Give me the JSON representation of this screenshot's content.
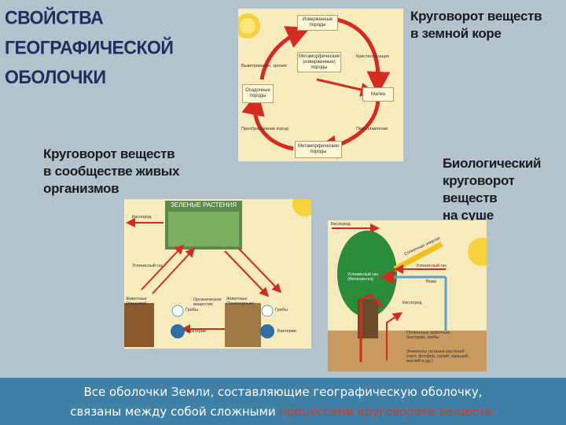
{
  "title": [
    "СВОЙСТВА ГЕОГРАФИЧЕСКОЙ",
    "ОБОЛОЧКИ"
  ],
  "labels": {
    "crust": [
      "Круговорот веществ",
      "в земной коре"
    ],
    "community": [
      "Круговорот веществ",
      "в сообществе живых",
      "организмов"
    ],
    "land": [
      "Биологический",
      "круговорот веществ",
      "на суше"
    ]
  },
  "rock_cycle": {
    "igneous": "Изверженные породы",
    "metamorphic_igneous": "Метаморфические (изверженные) породы",
    "sedimentary": "Осадочные породы",
    "magma": "Магма",
    "metamorphic": "Метаморфические породы",
    "weathering": "Выветривание, эрозия",
    "crystallization": "Кристаллизация",
    "transformation": "Преобразование пород",
    "melting": "Переплавление"
  },
  "community_cycle": {
    "plants": "ЗЕЛЕНЫЕ РАСТЕНИЯ",
    "oxygen": "Кислород",
    "co2": "Углекислый газ",
    "animals_consumers": "Животные (Хищники)",
    "animals_herbivores": "Животные (Травоядные)",
    "fungi": "Грибы",
    "bacteria": "Бактерии",
    "organic": "Органическое вещество"
  },
  "land_cycle": {
    "oxygen": "Кислород",
    "solar": "Солнечная энергия",
    "co2": "Углекислый газ",
    "co2_water": "Углекислый газ (Фотосинтез)",
    "water": "Вода",
    "oxygen2": "Кислород",
    "soil": "Почвенные животные, бактерии, грибы",
    "nutrients": "Элементы питания растений (азот, фосфор, калий, кальций, магний и др.)"
  },
  "caption": {
    "line1": "Все оболочки Земли, составляющие географическую оболочку,",
    "line2_start": "связаны между собой сложными ",
    "line2_highlight": "процессами круговорота веществ."
  },
  "colors": {
    "background": "#b2c3cd",
    "title": "#1f2f5e",
    "caption_bg": "#3f81a6",
    "highlight": "#d43a2d",
    "arrow": "#d42a20"
  }
}
